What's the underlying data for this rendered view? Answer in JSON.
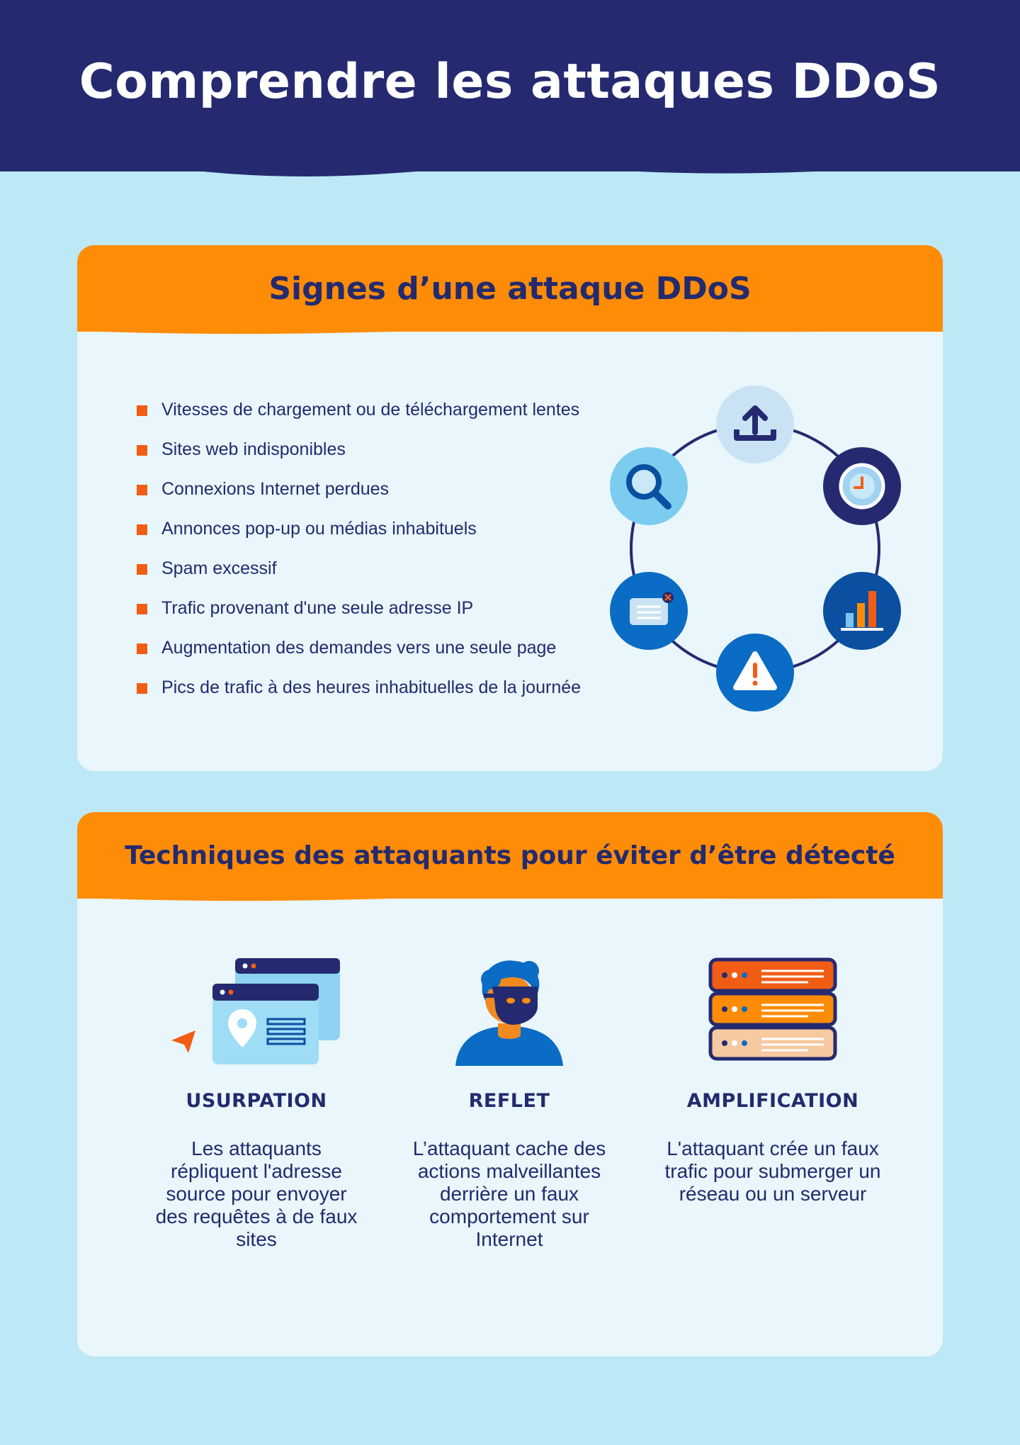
{
  "title": "Comprendre les attaques DDoS",
  "signs": {
    "heading": "Signes d’une attaque DDoS",
    "items": [
      "Vitesses de chargement ou de téléchargement lentes",
      "Sites web indisponibles",
      "Connexions Internet perdues",
      "Annonces pop-up ou médias inhabituels",
      "Spam excessif",
      "Trafic provenant d'une seule adresse IP",
      "Augmentation des demandes vers une seule page",
      "Pics de trafic à des heures inhabituelles de la journée"
    ],
    "cycle_icons": [
      "upload-icon",
      "clock-icon",
      "bar-chart-icon",
      "warning-icon",
      "popup-window-icon",
      "magnifier-icon"
    ]
  },
  "techniques": {
    "heading": "Techniques des attaquants pour éviter d’être détecté",
    "items": [
      {
        "name": "USURPATION",
        "description": "Les attaquants répliquent l'adresse source pour envoyer des requêtes à de faux sites",
        "icon": "spoofed-website-icon"
      },
      {
        "name": "REFLET",
        "description": "L’attaquant cache des actions malveillantes derrière un faux comportement sur Internet",
        "icon": "masked-person-icon"
      },
      {
        "name": "AMPLIFICATION",
        "description": "L'attaquant crée un faux trafic pour submerger un réseau ou un serveur",
        "icon": "server-stack-icon"
      }
    ]
  },
  "colors": {
    "navy": "#252a70",
    "orange": "#ff8c07",
    "bullet": "#f25d16",
    "page_background": "#bde8f6",
    "card_background": "#e9f6fb"
  }
}
